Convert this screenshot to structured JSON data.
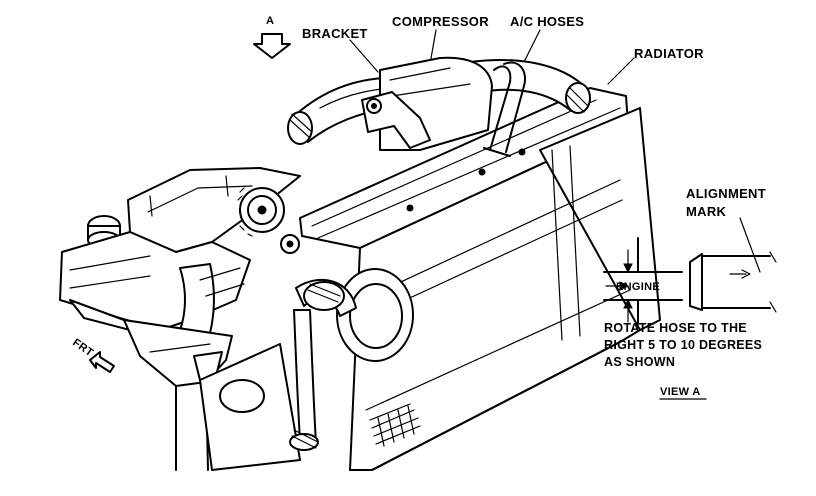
{
  "labels": {
    "view_marker": "A",
    "bracket": "BRACKET",
    "compressor": "COMPRESSOR",
    "ac_hoses": "A/C HOSES",
    "radiator": "RADIATOR",
    "alignment_mark_line1": "ALIGNMENT",
    "alignment_mark_line2": "MARK",
    "engine": "ENGINE",
    "front": "FRT",
    "note_line1": "ROTATE HOSE TO THE",
    "note_line2": "RIGHT 5 TO 10 DEGREES",
    "note_line3": "AS SHOWN",
    "view_caption": "VIEW A"
  },
  "icons": {
    "view_arrow": "down-arrow-icon",
    "front_arrow": "left-arrow-icon"
  }
}
